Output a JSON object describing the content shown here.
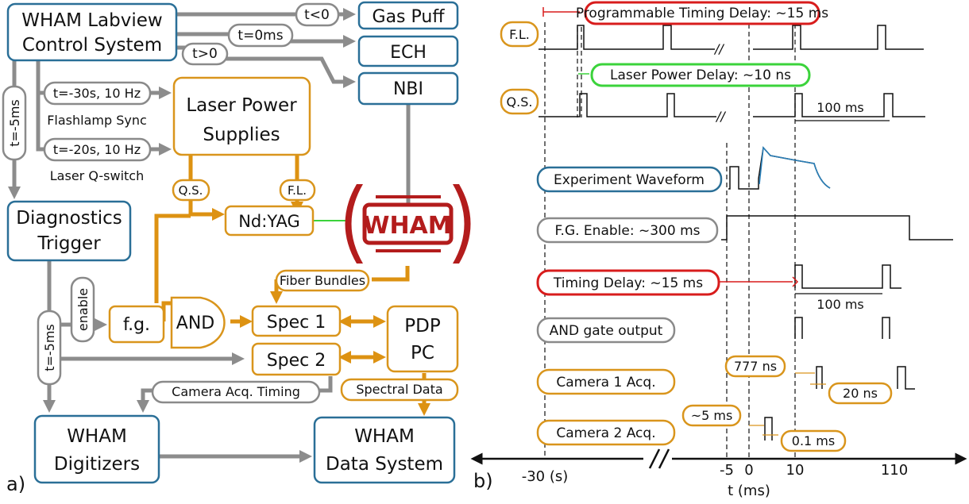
{
  "colors": {
    "blue": "#2a6f97",
    "orange": "#d9951c",
    "gray": "#8a8a8a",
    "red": "#d81c1c",
    "green": "#3bd33b",
    "wham_red": "#b31c1c"
  },
  "panel_a": {
    "label": "a)",
    "boxes": {
      "labview_l1": "WHAM Labview",
      "labview_l2": "Control System",
      "gas_puff": "Gas Puff",
      "ech": "ECH",
      "nbi": "NBI",
      "laser_ps_l1": "Laser Power",
      "laser_ps_l2": "Supplies",
      "diag_l1": "Diagnostics",
      "diag_l2": "Trigger",
      "ndyag": "Nd:YAG",
      "fg": "f.g.",
      "and_gate": "AND",
      "spec1": "Spec 1",
      "spec2": "Spec 2",
      "pdp_l1": "PDP",
      "pdp_l2": "PC",
      "digitizers_l1": "WHAM",
      "digitizers_l2": "Digitizers",
      "datasys_l1": "WHAM",
      "datasys_l2": "Data System"
    },
    "pills": {
      "t_neg": "t<0",
      "t_zero": "t=0ms",
      "t_pos": "t>0",
      "t_m30": "t=-30s, 10 Hz",
      "t_m20": "t=-20s, 10 Hz",
      "t_m5_upper": "t=-5ms",
      "t_m5_lower": "t=-5ms",
      "enable": "enable",
      "qs": "Q.S.",
      "fl": "F.L.",
      "fiber": "Fiber Bundles",
      "cam_timing": "Camera Acq. Timing",
      "spectral": "Spectral Data"
    },
    "captions": {
      "flashlamp": "Flashlamp Sync",
      "qswitch": "Laser Q-switch"
    },
    "logo": "WHAM"
  },
  "panel_b": {
    "label": "b)",
    "signals": {
      "fl": "F.L.",
      "qs": "Q.S.",
      "exp": "Experiment Waveform",
      "fg": "F.G. Enable: ~300 ms",
      "td": "Timing Delay: ~15 ms",
      "and": "AND gate output",
      "cam1": "Camera 1 Acq.",
      "cam2": "Camera 2 Acq."
    },
    "annotations": {
      "prog_delay": "Programmable Timing Delay: ~15 ms",
      "laser_delay": "Laser Power Delay: ~10 ns",
      "period_qs": "100 ms",
      "period_td": "100 ms",
      "cam1_delay": "777 ns",
      "cam1_width": "20 ns",
      "cam2_delay": "~5 ms",
      "cam2_width": "0.1 ms"
    },
    "axis": {
      "ticks": [
        "-30 (s)",
        "-5",
        "0",
        "10",
        "110"
      ],
      "label": "t (ms)"
    }
  }
}
